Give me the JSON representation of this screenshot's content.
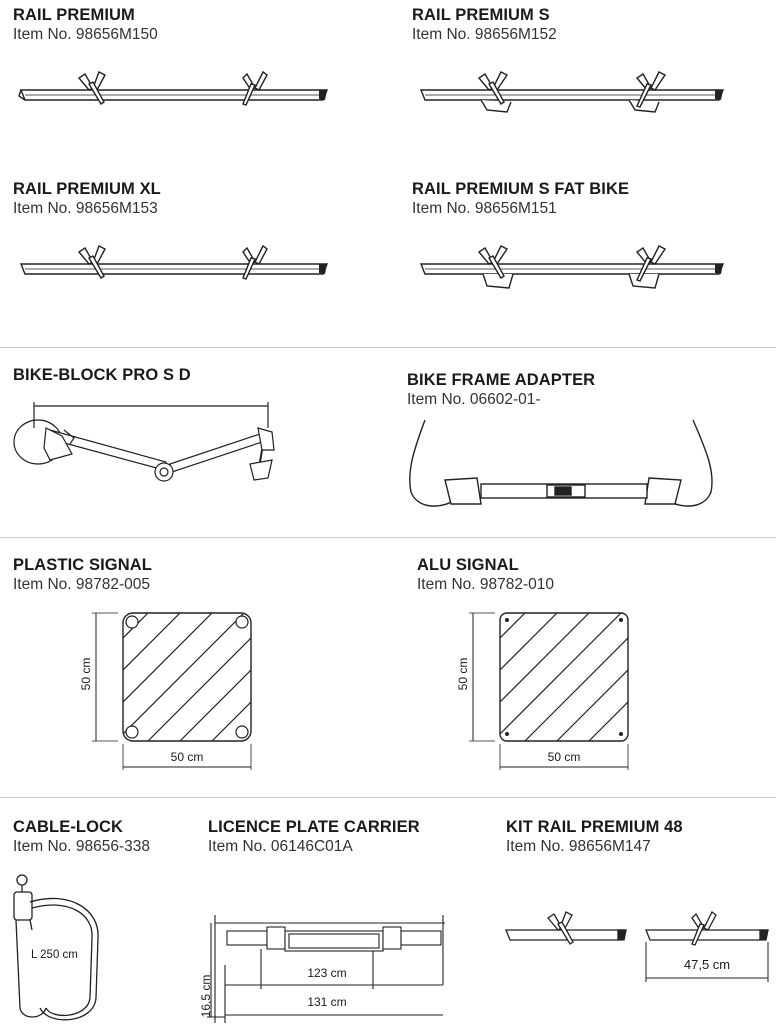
{
  "products": {
    "rail_premium": {
      "title": "RAIL PREMIUM",
      "item": "Item No. 98656M150"
    },
    "rail_premium_s": {
      "title": "RAIL PREMIUM S",
      "item": "Item No. 98656M152"
    },
    "rail_premium_xl": {
      "title": "RAIL PREMIUM XL",
      "item": "Item No. 98656M153"
    },
    "rail_premium_s_fat": {
      "title": "RAIL PREMIUM S FAT BIKE",
      "item": "Item No. 98656M151"
    },
    "bike_block": {
      "title": "BIKE-BLOCK PRO S D"
    },
    "bike_frame_adapter": {
      "title": "BIKE FRAME ADAPTER",
      "item": "Item No.  06602-01-"
    },
    "plastic_signal": {
      "title": "PLASTIC SIGNAL",
      "item": "Item No. 98782-005",
      "height_label": "50 cm",
      "width_label": "50 cm"
    },
    "alu_signal": {
      "title": "ALU SIGNAL",
      "item": "Item No. 98782-010",
      "height_label": "50 cm",
      "width_label": "50 cm"
    },
    "cable_lock": {
      "title": "CABLE-LOCK",
      "item": "Item No. 98656-338",
      "length_label": "L 250 cm"
    },
    "licence_plate_carrier": {
      "title": "LICENCE PLATE CARRIER",
      "item": "Item No. 06146C01A",
      "height_label": "16,5 cm",
      "inner_width_label": "123 cm",
      "outer_width_label": "131 cm"
    },
    "kit_rail_premium_48": {
      "title": "KIT RAIL PREMIUM 48",
      "item": "Item No. 98656M147",
      "length_label": "47,5 cm"
    }
  }
}
